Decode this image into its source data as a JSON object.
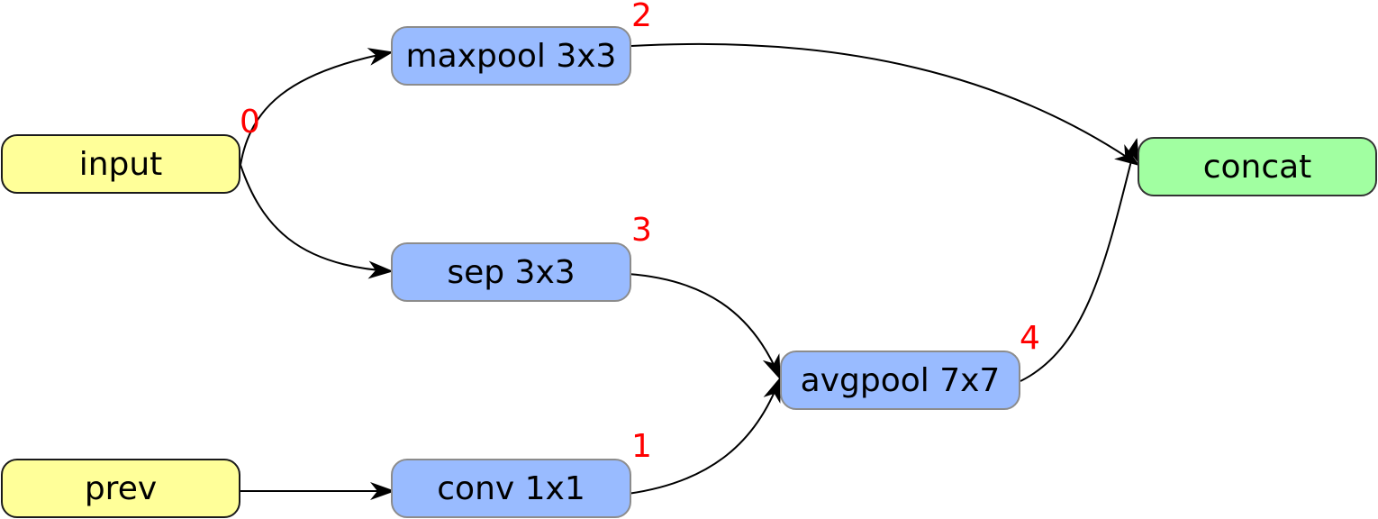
{
  "colors": {
    "input_node": "#ffff99",
    "op_node": "#99bbff",
    "output_node": "#a1ffa1",
    "step_label": "#ff0000",
    "edge": "#000000"
  },
  "nodes": {
    "input": {
      "label": "input"
    },
    "prev": {
      "label": "prev"
    },
    "maxpool": {
      "label": "maxpool 3x3"
    },
    "sep": {
      "label": "sep 3x3"
    },
    "conv": {
      "label": "conv 1x1"
    },
    "avgpool": {
      "label": "avgpool 7x7"
    },
    "concat": {
      "label": "concat"
    }
  },
  "step_labels": {
    "input": "0",
    "conv": "1",
    "maxpool": "2",
    "sep": "3",
    "avgpool": "4"
  },
  "edges": [
    {
      "from": "input",
      "to": "maxpool"
    },
    {
      "from": "input",
      "to": "sep"
    },
    {
      "from": "prev",
      "to": "conv"
    },
    {
      "from": "maxpool",
      "to": "concat"
    },
    {
      "from": "sep",
      "to": "avgpool"
    },
    {
      "from": "conv",
      "to": "avgpool"
    },
    {
      "from": "avgpool",
      "to": "concat"
    }
  ]
}
